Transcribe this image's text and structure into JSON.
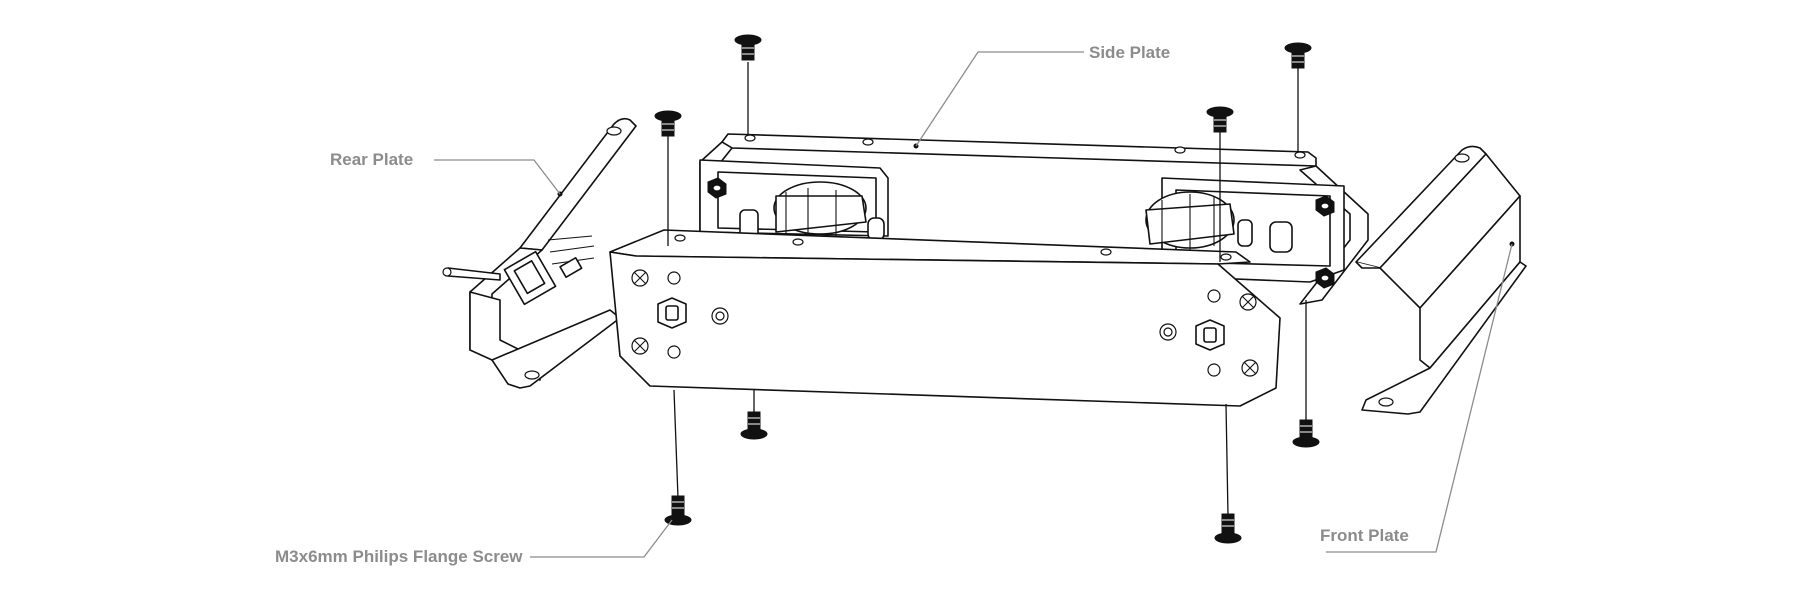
{
  "labels": {
    "side_plate": "Side Plate",
    "rear_plate": "Rear Plate",
    "front_plate": "Front Plate",
    "screw": "M3x6mm Philips Flange Screw"
  },
  "colors": {
    "label": "#8c8c8c",
    "line": "#111111",
    "background": "#ffffff"
  }
}
